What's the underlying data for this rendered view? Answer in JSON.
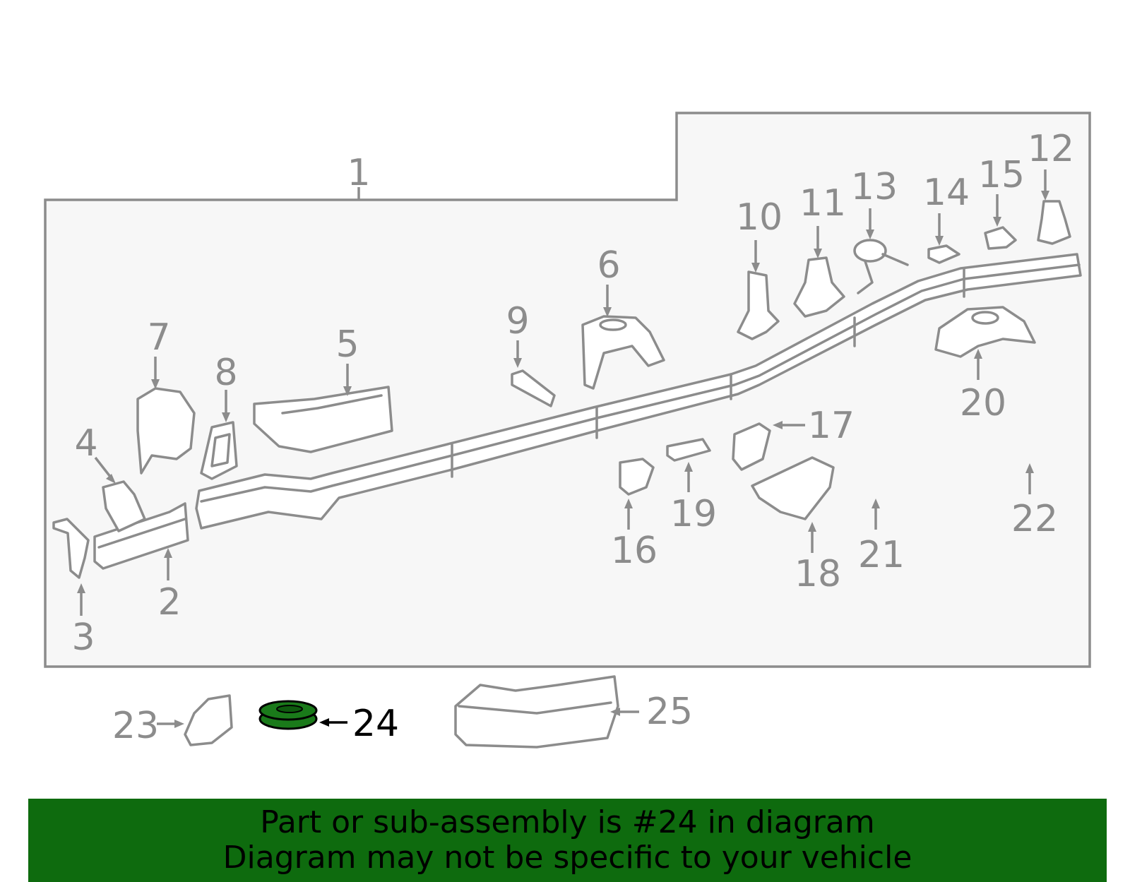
{
  "diagram": {
    "highlight_color": "#1a7a1a",
    "line_color": "#8c8c8c",
    "callouts": [
      {
        "id": "c1",
        "label": "1"
      },
      {
        "id": "c2",
        "label": "2"
      },
      {
        "id": "c3",
        "label": "3"
      },
      {
        "id": "c4",
        "label": "4"
      },
      {
        "id": "c5",
        "label": "5"
      },
      {
        "id": "c6",
        "label": "6"
      },
      {
        "id": "c7",
        "label": "7"
      },
      {
        "id": "c8",
        "label": "8"
      },
      {
        "id": "c9",
        "label": "9"
      },
      {
        "id": "c10",
        "label": "10"
      },
      {
        "id": "c11",
        "label": "11"
      },
      {
        "id": "c12",
        "label": "12"
      },
      {
        "id": "c13",
        "label": "13"
      },
      {
        "id": "c14",
        "label": "14"
      },
      {
        "id": "c15",
        "label": "15"
      },
      {
        "id": "c16",
        "label": "16"
      },
      {
        "id": "c17",
        "label": "17"
      },
      {
        "id": "c18",
        "label": "18"
      },
      {
        "id": "c19",
        "label": "19"
      },
      {
        "id": "c20",
        "label": "20"
      },
      {
        "id": "c21",
        "label": "21"
      },
      {
        "id": "c22",
        "label": "22"
      },
      {
        "id": "c23",
        "label": "23"
      },
      {
        "id": "c24",
        "label": "24"
      },
      {
        "id": "c25",
        "label": "25"
      }
    ]
  },
  "banner": {
    "color": "#0e6b0e",
    "line1": "Part or sub-assembly is #24 in diagram",
    "line2": "Diagram may not be specific to your vehicle"
  }
}
